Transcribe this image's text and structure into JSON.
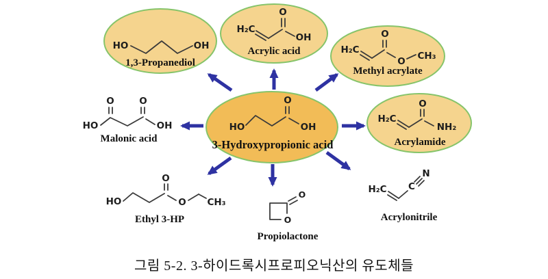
{
  "figure": {
    "caption": "그림 5-2. 3-하이드록시프로피오닉산의 유도체들"
  },
  "center_molecule": {
    "name": "3-Hydroxypropionic acid",
    "atoms": {
      "ho": "HO",
      "o": "O",
      "oh": "OH"
    }
  },
  "molecules": {
    "propanediol": {
      "name": "1,3-Propanediol",
      "atoms": {
        "ho": "HO",
        "oh": "OH"
      }
    },
    "acrylic_acid": {
      "name": "Acrylic acid",
      "atoms": {
        "h2c": "H₂C",
        "o": "O",
        "oh": "OH"
      }
    },
    "methyl_acrylate": {
      "name": "Methyl acrylate",
      "atoms": {
        "h2c": "H₂C",
        "o_top": "O",
        "o_ester": "O",
        "ch3": "CH₃"
      }
    },
    "acrylamide": {
      "name": "Acrylamide",
      "atoms": {
        "h2c": "H₂C",
        "o": "O",
        "nh2": "NH₂"
      }
    },
    "malonic_acid": {
      "name": "Malonic acid",
      "atoms": {
        "ho": "HO",
        "o_left": "O",
        "o_right": "O",
        "oh": "OH"
      }
    },
    "ethyl_3hp": {
      "name": "Ethyl 3-HP",
      "atoms": {
        "ho": "HO",
        "o_top": "O",
        "o_ester": "O",
        "ch3": "CH₃"
      }
    },
    "propiolactone": {
      "name": "Propiolactone",
      "atoms": {
        "o_ring": "O",
        "o_carbonyl": "O"
      }
    },
    "acrylonitrile": {
      "name": "Acrylonitrile",
      "atoms": {
        "h2c": "H₂C",
        "c": "C",
        "n": "N"
      }
    }
  },
  "colors": {
    "ellipse_fill_outer": "#F5D48E",
    "ellipse_fill_center": "#F2BC57",
    "ellipse_border": "#86C46A",
    "arrow_blue": "#2E32A2",
    "bond": "#3a3a3a",
    "text": "#111111",
    "background": "#ffffff"
  }
}
